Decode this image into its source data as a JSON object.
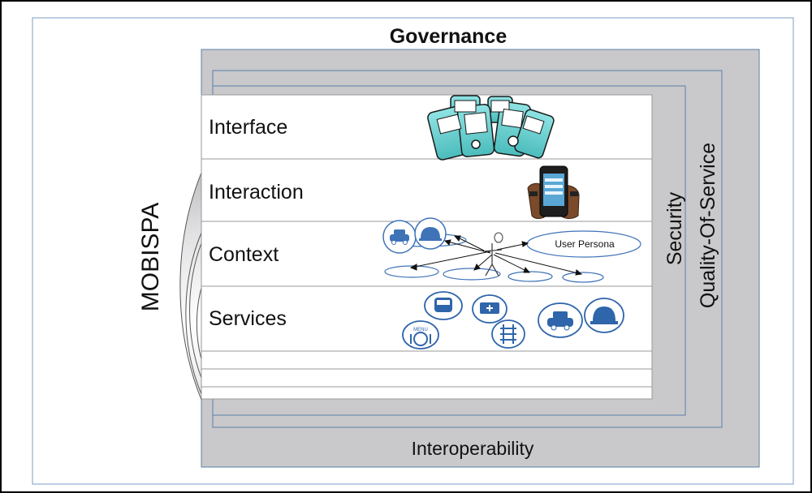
{
  "labels": {
    "governance": "Governance",
    "interoperability": "Interoperability",
    "security": "Security",
    "quality_of_service": "Quality-Of-Service",
    "mobispa": "MOBISPA"
  },
  "layers": [
    {
      "id": "interface",
      "label": "Interface"
    },
    {
      "id": "interaction",
      "label": "Interaction"
    },
    {
      "id": "context",
      "label": "Context"
    },
    {
      "id": "services",
      "label": "Services"
    }
  ],
  "context_figure": {
    "persona_label": "User Persona"
  },
  "services_figure": {
    "menu_label": "MENU"
  },
  "colors": {
    "frame_border": "#000000",
    "inner_border": "#7a9cc4",
    "band_fill": "#c9c8ca",
    "stack_fill": "#ffffff",
    "ellipse_stroke": "#3f73b8",
    "phone_teal": "#6fd3d3",
    "service_blue": "#2f65aa"
  }
}
